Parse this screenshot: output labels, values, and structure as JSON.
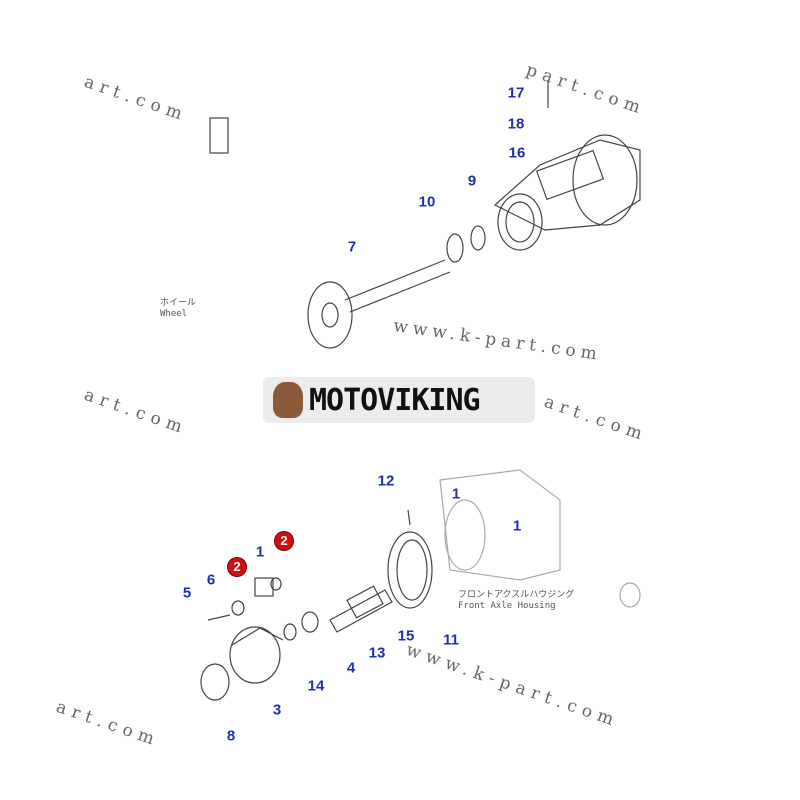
{
  "watermarks": [
    "art.com",
    "part.com",
    "www.k-part.com",
    "art.com",
    "art.com",
    "www.k-part.com",
    "art.com"
  ],
  "logo": {
    "text": "MOTOVIKING"
  },
  "notes": {
    "wheel_jp": "ホイール",
    "wheel_en": "Wheel",
    "housing_jp": "フロントアクスルハウジング",
    "housing_en": "Front Axle Housing"
  },
  "callouts": {
    "c17": "17",
    "c18": "18",
    "c16": "16",
    "c9": "9",
    "c10": "10",
    "c7": "7",
    "c12": "12",
    "c1a": "1",
    "c1b": "1",
    "c1c": "1",
    "c2a": "2",
    "c2b": "2",
    "c6": "6",
    "c5": "5",
    "c15": "15",
    "c11": "11",
    "c13": "13",
    "c4": "4",
    "c14": "14",
    "c3": "3",
    "c8": "8"
  }
}
